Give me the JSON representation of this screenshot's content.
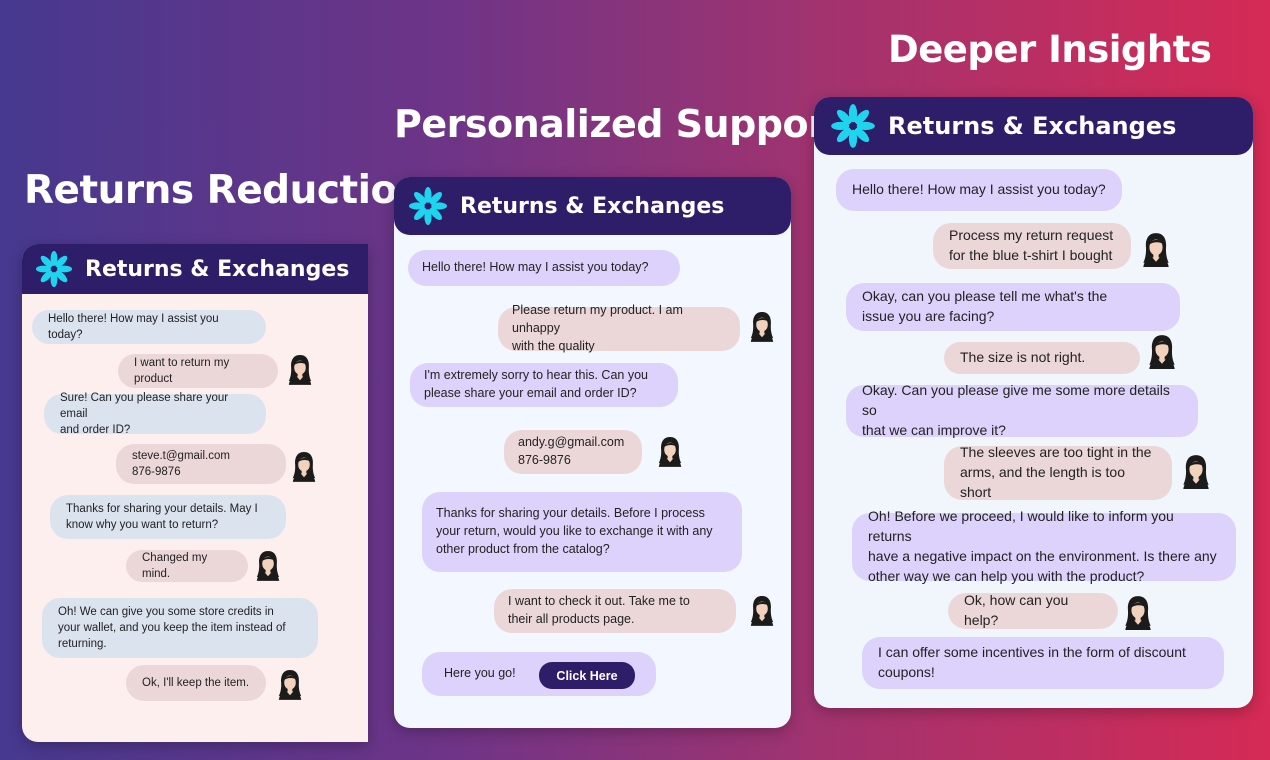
{
  "headings": {
    "returns_reduction": "Returns Reduction",
    "personalized_support": "Personalized Support",
    "deeper_insights": "Deeper Insights"
  },
  "card1": {
    "title": "Returns & Exchanges",
    "messages": [
      {
        "from": "bot",
        "text": "Hello there! How may I assist you today?"
      },
      {
        "from": "user",
        "text": "I want to return my product"
      },
      {
        "from": "bot",
        "text": "Sure! Can you please share your email\nand order ID?"
      },
      {
        "from": "user",
        "text": "steve.t@gmail.com\n876-9876"
      },
      {
        "from": "bot",
        "text": "Thanks for sharing your details. May I\nknow why you want to return?"
      },
      {
        "from": "user",
        "text": "Changed my mind."
      },
      {
        "from": "bot",
        "text": "Oh! We can give you some store credits in\nyour wallet, and you keep the item instead of\nreturning."
      },
      {
        "from": "user",
        "text": "Ok, I'll keep the item."
      }
    ]
  },
  "card2": {
    "title": "Returns & Exchanges",
    "messages": [
      {
        "from": "bot",
        "text": "Hello there! How may I assist you today?"
      },
      {
        "from": "user",
        "text": "Please return my product. I am unhappy\nwith the quality"
      },
      {
        "from": "bot",
        "text": "I'm extremely sorry to hear this. Can you\nplease share your email and order ID?"
      },
      {
        "from": "user",
        "text": "andy.g@gmail.com\n876-9876"
      },
      {
        "from": "bot",
        "text": "Thanks for sharing your details. Before I process\nyour return, would you like to exchange it with any\nother product from the catalog?"
      },
      {
        "from": "user",
        "text": "I want to check it out. Take me to\ntheir all products page."
      },
      {
        "from": "bot",
        "text": "Here you go!"
      }
    ],
    "button_label": "Click Here"
  },
  "card3": {
    "title": "Returns & Exchanges",
    "messages": [
      {
        "from": "bot",
        "text": "Hello there! How may I assist you today?"
      },
      {
        "from": "user",
        "text": "Process my return request\nfor the blue t-shirt I bought"
      },
      {
        "from": "bot",
        "text": "Okay, can you please tell me what's the\nissue you are facing?"
      },
      {
        "from": "user",
        "text": "The size is not right."
      },
      {
        "from": "bot",
        "text": "Okay. Can you please give me some more details so\nthat we can improve it?"
      },
      {
        "from": "user",
        "text": "The sleeves are too tight in the\narms, and the length is too short"
      },
      {
        "from": "bot",
        "text": "Oh! Before we proceed, I would like to inform you returns\nhave a negative impact on the environment. Is there any\nother way we can help you with the product?"
      },
      {
        "from": "user",
        "text": "Ok, how can you help?"
      },
      {
        "from": "bot",
        "text": "I can offer some incentives in the form of discount\ncoupons!"
      }
    ]
  },
  "colors": {
    "header_bg": "#2e1d68",
    "logo": "#1fd4ee",
    "bot_bubble_purple": "#ddd2fb",
    "bot_bubble_grey": "#dbe3ef",
    "user_bubble": "#ecd7d8"
  },
  "icons": {
    "logo": "snowflake-flower-icon",
    "avatar": "woman-avatar-icon"
  }
}
